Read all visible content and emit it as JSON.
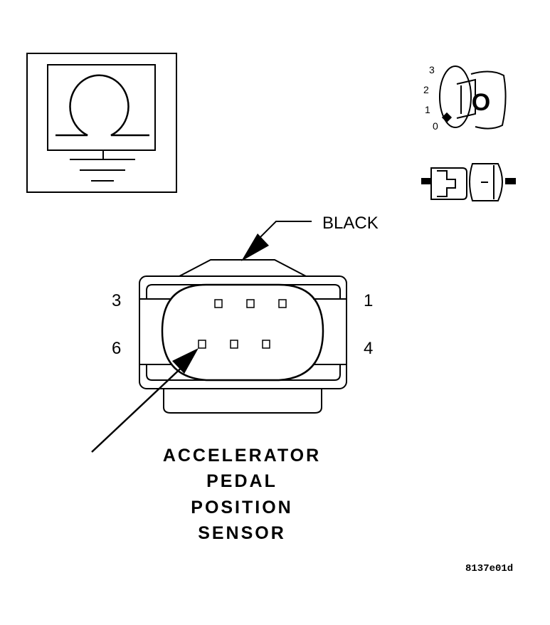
{
  "connector": {
    "color_label": "BLACK",
    "pin_labels": {
      "top_left": "3",
      "top_right": "1",
      "bottom_left": "6",
      "bottom_right": "4"
    }
  },
  "ignition_switch": {
    "positions": [
      "3",
      "2",
      "1",
      "0"
    ],
    "key_glyph": "O"
  },
  "icons": {
    "meter": "ohmmeter-ground-icon",
    "ignition": "ignition-key-icon",
    "connector": "disconnected-connector-icon"
  },
  "title_lines": [
    "ACCELERATOR",
    "PEDAL",
    "POSITION",
    "SENSOR"
  ],
  "figure_id": "8137e01d"
}
